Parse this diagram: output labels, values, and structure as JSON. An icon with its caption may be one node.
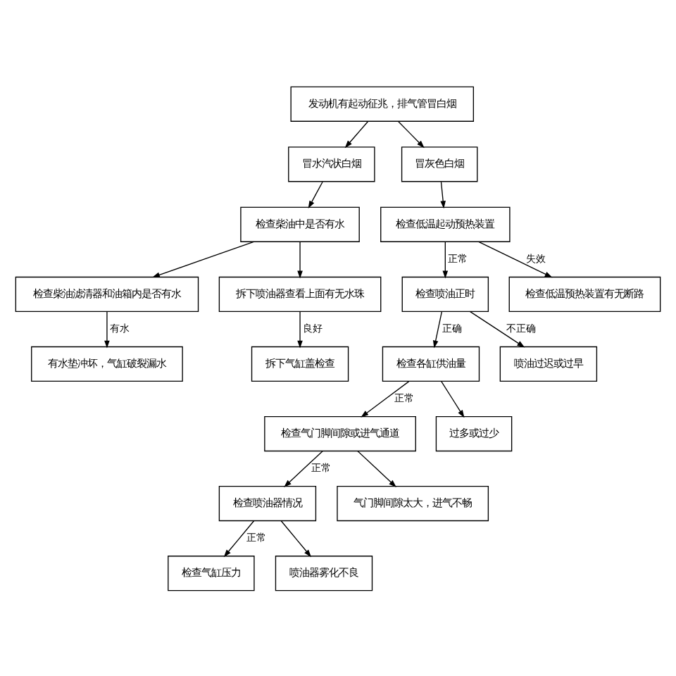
{
  "diagram": {
    "nodes": [
      {
        "text": [
          "发动机有起动征兆，排气管冒白烟"
        ]
      },
      {
        "text": [
          "冒水汽状白烟"
        ]
      },
      {
        "text": [
          "冒灰色白烟"
        ]
      },
      {
        "text": [
          "检查柴油中是否有水"
        ]
      },
      {
        "text": [
          "检查低温起动预热装置"
        ]
      },
      {
        "text": [
          "检查柴油滤清器和油箱内是否有水"
        ]
      },
      {
        "text": [
          "拆下喷油器查看上面有无水珠"
        ]
      },
      {
        "text": [
          "检查喷油正时"
        ]
      },
      {
        "text": [
          "检查低温预热装置有无断路"
        ]
      },
      {
        "text": [
          "有水垫冲坏，气缸破裂漏水"
        ]
      },
      {
        "text": [
          "拆下气缸盖检查"
        ]
      },
      {
        "text": [
          "检查各缸供油量"
        ]
      },
      {
        "text": [
          "喷油过迟或过早"
        ]
      },
      {
        "text": [
          "检查气门脚间隙或进气通道"
        ]
      },
      {
        "text": [
          "过多或过少"
        ]
      },
      {
        "text": [
          "检查喷油器情况"
        ]
      },
      {
        "text": [
          "气门脚间隙太大，进气不畅"
        ]
      },
      {
        "text": [
          "检查气缸压力"
        ]
      },
      {
        "text": [
          "喷油器雾化不良"
        ]
      }
    ],
    "edges": [
      {
        "from": 0,
        "to": 1,
        "arrow": "to"
      },
      {
        "from": 0,
        "to": 2,
        "arrow": "to"
      },
      {
        "from": 1,
        "to": 3,
        "arrow": "to"
      },
      {
        "from": 2,
        "to": 4,
        "arrow": "to"
      },
      {
        "from": 3,
        "to": 5,
        "arrow": "to"
      },
      {
        "from": 3,
        "to": 6,
        "arrow": "to"
      },
      {
        "from": 4,
        "to": 7,
        "arrow": "to",
        "label": "正常"
      },
      {
        "from": 4,
        "to": 8,
        "arrow": "to",
        "label": "失效"
      },
      {
        "from": 5,
        "to": 9,
        "arrow": "to",
        "label": "有水"
      },
      {
        "from": 6,
        "to": 10,
        "arrow": "to",
        "label": "良好"
      },
      {
        "from": 7,
        "to": 11,
        "arrow": "to",
        "label": "正确"
      },
      {
        "from": 7,
        "to": 12,
        "arrow": "to",
        "label": "不正确"
      },
      {
        "from": 11,
        "to": 13,
        "arrow": "to",
        "label": "正常"
      },
      {
        "from": 11,
        "to": 14,
        "arrow": "to"
      },
      {
        "from": 13,
        "to": 15,
        "arrow": "to",
        "label": "正常"
      },
      {
        "from": 13,
        "to": 16,
        "arrow": "to"
      },
      {
        "from": 15,
        "to": 17,
        "arrow": "to",
        "label": "正常"
      },
      {
        "from": 15,
        "to": 18,
        "arrow": "to"
      }
    ]
  }
}
